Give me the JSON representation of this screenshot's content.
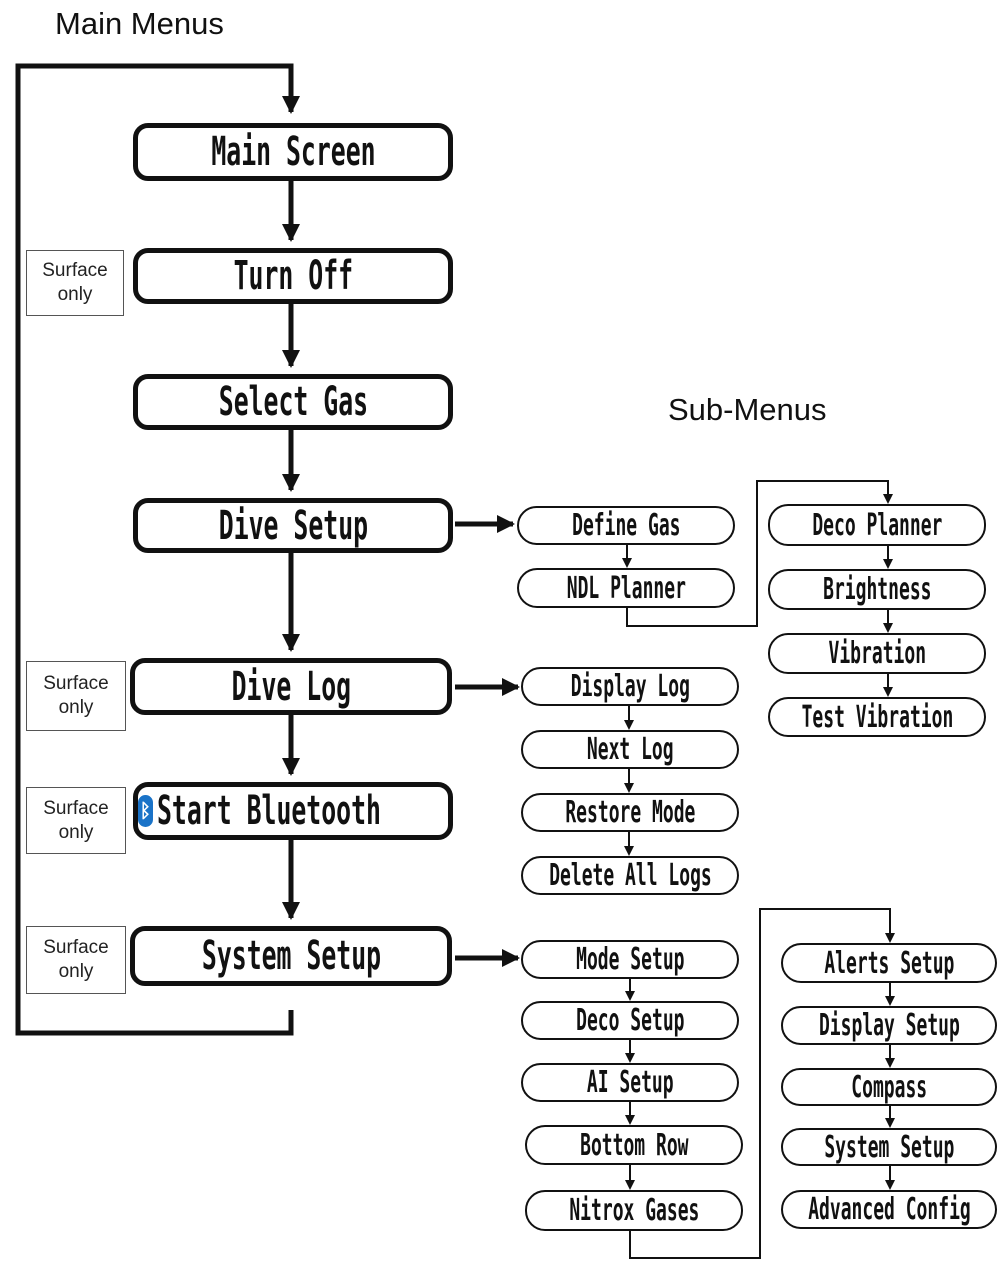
{
  "headers": {
    "main": "Main Menus",
    "sub": "Sub-Menus"
  },
  "main_menu": [
    "Main Screen",
    "Turn Off",
    "Select Gas",
    "Dive Setup",
    "Dive Log",
    "Start Bluetooth",
    "System Setup"
  ],
  "surface_note": "Surface only",
  "dive_setup_sub": {
    "col1": [
      "Define Gas",
      "NDL Planner"
    ],
    "col2": [
      "Deco Planner",
      "Brightness",
      "Vibration",
      "Test Vibration"
    ]
  },
  "dive_log_sub": [
    "Display Log",
    "Next Log",
    "Restore Mode",
    "Delete All Logs"
  ],
  "system_setup_sub": {
    "col1": [
      "Mode Setup",
      "Deco Setup",
      "AI Setup",
      "Bottom Row",
      "Nitrox Gases"
    ],
    "col2": [
      "Alerts Setup",
      "Display Setup",
      "Compass",
      "System Setup",
      "Advanced Config"
    ]
  },
  "icons": {
    "bluetooth": "bluetooth-icon"
  },
  "colors": {
    "bluetooth": "#1a73c8"
  }
}
